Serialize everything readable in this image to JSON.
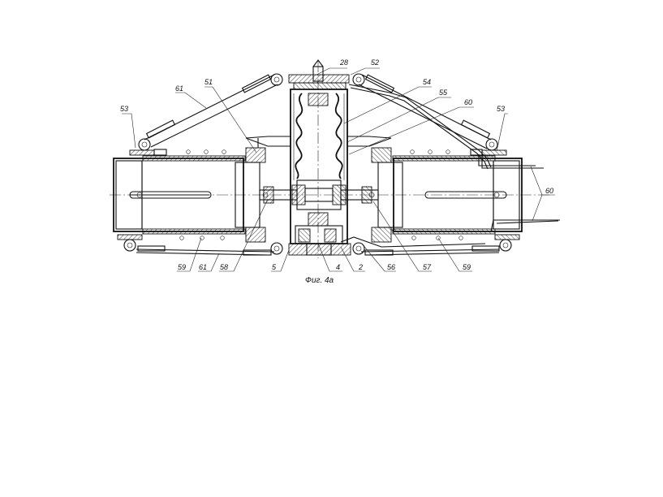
{
  "figure": {
    "caption": "Фиг. 4а"
  },
  "labels": {
    "l28": "28",
    "l52": "52",
    "l61_top": "61",
    "l51": "51",
    "l54": "54",
    "l55": "55",
    "l60_top": "60",
    "l53_left": "53",
    "l53_right": "53",
    "l60_right": "60",
    "l59_left": "59",
    "l61_bottom": "61",
    "l58": "58",
    "l5": "5",
    "l4": "4",
    "l2": "2",
    "l56": "56",
    "l57": "57",
    "l59_right": "59"
  }
}
